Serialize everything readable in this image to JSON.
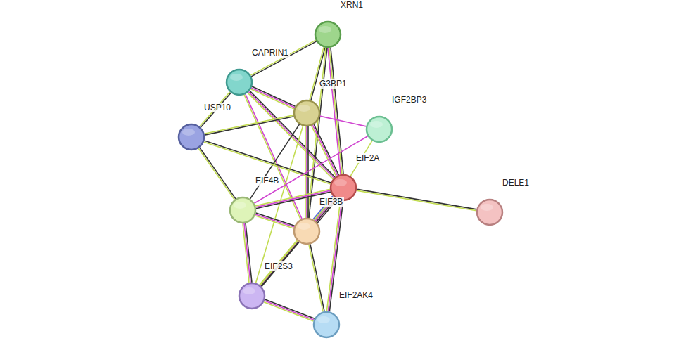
{
  "diagram": {
    "nodes": [
      {
        "text": [
          "XRN1"
        ]
      },
      {
        "text": [
          "CAPRIN1"
        ]
      },
      {
        "text": [
          "G3BP1"
        ]
      },
      {
        "text": [
          "IGF2BP3"
        ]
      },
      {
        "text": [
          "USP10"
        ]
      },
      {
        "text": [
          "EIF2A"
        ]
      },
      {
        "text": [
          "DELE1"
        ]
      },
      {
        "text": [
          "EIF4B"
        ]
      },
      {
        "text": [
          "EIF3B"
        ]
      },
      {
        "text": [
          "EIF2S3"
        ]
      },
      {
        "text": [
          "EIF2AK4"
        ]
      }
    ],
    "edges": [
      {
        "from": 0,
        "to": 1,
        "arrow": "none"
      },
      {
        "from": 0,
        "to": 2,
        "arrow": "none"
      },
      {
        "from": 0,
        "to": 5,
        "arrow": "none"
      },
      {
        "from": 0,
        "to": 8,
        "arrow": "none"
      },
      {
        "from": 1,
        "to": 2,
        "arrow": "none"
      },
      {
        "from": 1,
        "to": 4,
        "arrow": "none"
      },
      {
        "from": 1,
        "to": 5,
        "arrow": "none"
      },
      {
        "from": 1,
        "to": 8,
        "arrow": "none"
      },
      {
        "from": 2,
        "to": 4,
        "arrow": "none"
      },
      {
        "from": 2,
        "to": 3,
        "arrow": "none"
      },
      {
        "from": 2,
        "to": 5,
        "arrow": "none"
      },
      {
        "from": 2,
        "to": 7,
        "arrow": "none"
      },
      {
        "from": 2,
        "to": 8,
        "arrow": "none"
      },
      {
        "from": 2,
        "to": 9,
        "arrow": "none"
      },
      {
        "from": 4,
        "to": 5,
        "arrow": "none"
      },
      {
        "from": 4,
        "to": 7,
        "arrow": "none"
      },
      {
        "from": 3,
        "to": 5,
        "arrow": "none"
      },
      {
        "from": 3,
        "to": 7,
        "arrow": "none"
      },
      {
        "from": 5,
        "to": 6,
        "arrow": "none"
      },
      {
        "from": 5,
        "to": 7,
        "arrow": "none"
      },
      {
        "from": 5,
        "to": 8,
        "arrow": "none"
      },
      {
        "from": 5,
        "to": 9,
        "arrow": "none"
      },
      {
        "from": 5,
        "to": 10,
        "arrow": "none"
      },
      {
        "from": 7,
        "to": 8,
        "arrow": "none"
      },
      {
        "from": 7,
        "to": 9,
        "arrow": "none"
      },
      {
        "from": 8,
        "to": 9,
        "arrow": "none"
      },
      {
        "from": 8,
        "to": 10,
        "arrow": "none"
      },
      {
        "from": 9,
        "to": 10,
        "arrow": "none"
      }
    ]
  }
}
